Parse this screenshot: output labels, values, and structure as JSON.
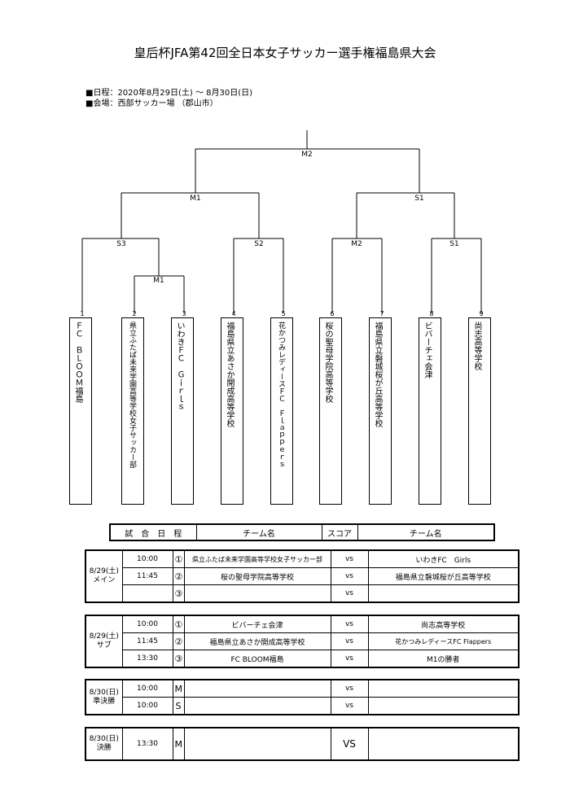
{
  "title": "皇后杯JFA第42回全日本女子サッカー選手権福島県大会",
  "info": {
    "date": "■日程：2020年8月29日(土) ～ 8月30日(日)",
    "venue": "■会場：西部サッカー場 （郡山市）"
  },
  "bracket": {
    "final": "M2",
    "semi_left": "M1",
    "semi_right": "S1",
    "qf": [
      "S3",
      "S2",
      "M2",
      "S1"
    ],
    "r1": "M1"
  },
  "teams": [
    {
      "num": "1",
      "name": "ＦＣ　ＢＬＯＯＭ福島"
    },
    {
      "num": "2",
      "name": "県立ふたば未来学園高等学校女子サッカー部"
    },
    {
      "num": "3",
      "name": "いわきＦＣ　Ｇｉｒｌｓ"
    },
    {
      "num": "4",
      "name": "福島県立あさか開成高等学校"
    },
    {
      "num": "5",
      "name": "花かつみレディースＦＣ　Ｆｌａｐｐｅｒｓ"
    },
    {
      "num": "6",
      "name": "桜の聖母学院高等学校"
    },
    {
      "num": "7",
      "name": "福島県立磐城桜が丘高等学校"
    },
    {
      "num": "8",
      "name": "ビバーチェ会津"
    },
    {
      "num": "9",
      "name": "尚志高等学校"
    }
  ],
  "header": {
    "schedule": "試　合　日　程",
    "team1": "チーム名",
    "score": "スコア",
    "team2": "チーム名"
  },
  "groups": [
    {
      "label": "8/29(土)\nメイン",
      "rows": [
        {
          "time": "10:00",
          "no": "①",
          "team1": "県立ふたば未来学園高等学校女子サッカー部",
          "vs": "vs",
          "team2": "いわきFC　Girls"
        },
        {
          "time": "11:45",
          "no": "②",
          "team1": "桜の聖母学院高等学校",
          "vs": "vs",
          "team2": "福島県立磐城桜が丘高等学校"
        },
        {
          "time": "",
          "no": "③",
          "team1": "",
          "vs": "vs",
          "team2": ""
        }
      ]
    },
    {
      "label": "8/29(土)\nサブ",
      "rows": [
        {
          "time": "10:00",
          "no": "①",
          "team1": "ビバーチェ会津",
          "vs": "vs",
          "team2": "尚志高等学校"
        },
        {
          "time": "11:45",
          "no": "②",
          "team1": "福島県立あさか開成高等学校",
          "vs": "vs",
          "team2": "花かつみレディースFC Flappers"
        },
        {
          "time": "13:30",
          "no": "③",
          "team1": "FC BLOOM福島",
          "vs": "vs",
          "team2": "M1の勝者"
        }
      ]
    },
    {
      "label": "8/30(日)\n準決勝",
      "rows": [
        {
          "time": "10:00",
          "no": "M",
          "team1": "",
          "vs": "vs",
          "team2": ""
        },
        {
          "time": "10:00",
          "no": "S",
          "team1": "",
          "vs": "vs",
          "team2": ""
        }
      ]
    },
    {
      "label": "8/30(日)\n決勝",
      "rows": [
        {
          "time": "13:30",
          "no": "M",
          "team1": "",
          "vs": "VS",
          "team2": ""
        }
      ]
    }
  ]
}
